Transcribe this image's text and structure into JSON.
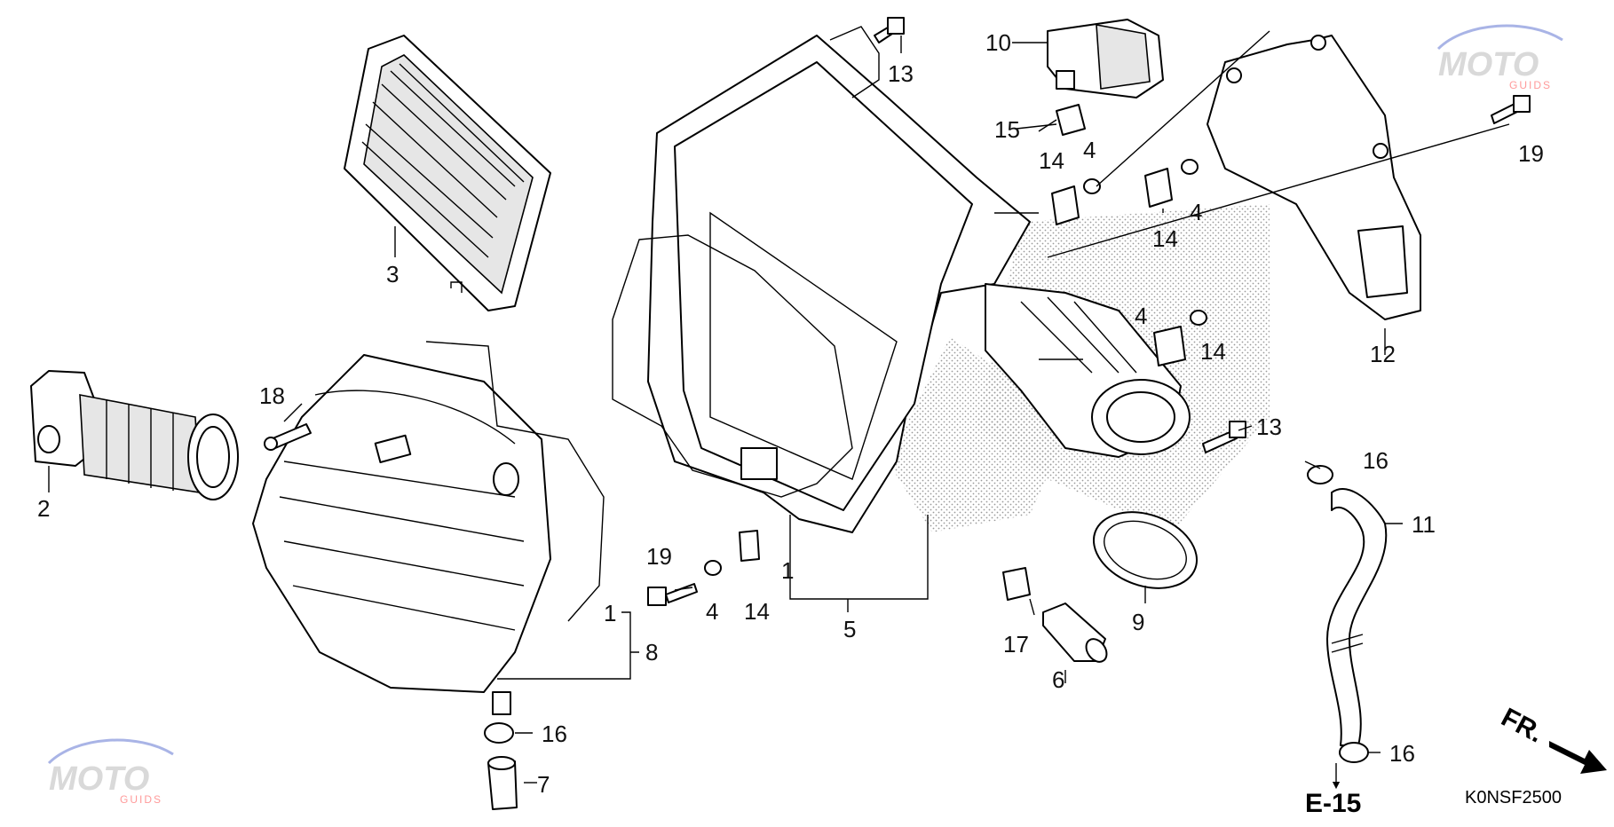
{
  "callouts": [
    {
      "id": "c1a",
      "text": "1"
    },
    {
      "id": "c1b",
      "text": "1"
    },
    {
      "id": "c2",
      "text": "2"
    },
    {
      "id": "c3",
      "text": "3"
    },
    {
      "id": "c4a",
      "text": "4"
    },
    {
      "id": "c4b",
      "text": "4"
    },
    {
      "id": "c4c",
      "text": "4"
    },
    {
      "id": "c4d",
      "text": "4"
    },
    {
      "id": "c5",
      "text": "5"
    },
    {
      "id": "c6",
      "text": "6"
    },
    {
      "id": "c7",
      "text": "7"
    },
    {
      "id": "c8",
      "text": "8"
    },
    {
      "id": "c9",
      "text": "9"
    },
    {
      "id": "c10",
      "text": "10"
    },
    {
      "id": "c11",
      "text": "11"
    },
    {
      "id": "c12",
      "text": "12"
    },
    {
      "id": "c13a",
      "text": "13"
    },
    {
      "id": "c13b",
      "text": "13"
    },
    {
      "id": "c14a",
      "text": "14"
    },
    {
      "id": "c14b",
      "text": "14"
    },
    {
      "id": "c14c",
      "text": "14"
    },
    {
      "id": "c14d",
      "text": "14"
    },
    {
      "id": "c15",
      "text": "15"
    },
    {
      "id": "c16a",
      "text": "16"
    },
    {
      "id": "c16b",
      "text": "16"
    },
    {
      "id": "c16c",
      "text": "16"
    },
    {
      "id": "c17",
      "text": "17"
    },
    {
      "id": "c18",
      "text": "18"
    },
    {
      "id": "c19a",
      "text": "19"
    },
    {
      "id": "c19b",
      "text": "19"
    }
  ],
  "reference": "E-15",
  "direction": "FR.",
  "diagram_code": "K0NSF2500",
  "watermark": {
    "text": "MOTO",
    "subtext": "GUIDS",
    "colors": {
      "main": "#d9d9d9",
      "accent": "#ff9a9a",
      "swoosh": "#a9b4e6"
    }
  }
}
